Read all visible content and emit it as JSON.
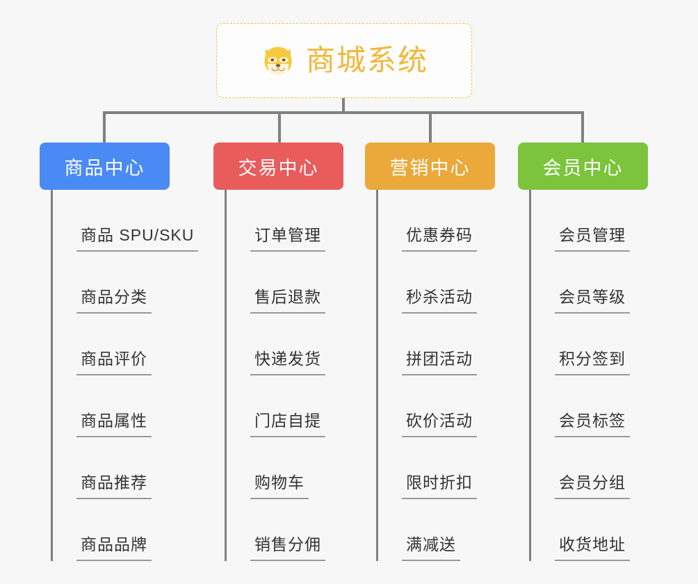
{
  "root": {
    "title": "商城系统",
    "icon": "dog-face-emoji",
    "border_color": "#f0c040",
    "title_color": "#f2b739"
  },
  "connector_color": "#808080",
  "canvas": {
    "background": "#f7f7f7"
  },
  "columns": [
    {
      "header": "商品中心",
      "color": "#4a8af4",
      "items": [
        "商品 SPU/SKU",
        "商品分类",
        "商品评价",
        "商品属性",
        "商品推荐",
        "商品品牌"
      ]
    },
    {
      "header": "交易中心",
      "color": "#e95c5c",
      "items": [
        "订单管理",
        "售后退款",
        "快递发货",
        "门店自提",
        "购物车",
        "销售分佣"
      ]
    },
    {
      "header": "营销中心",
      "color": "#eaa93a",
      "items": [
        "优惠券码",
        "秒杀活动",
        "拼团活动",
        "砍价活动",
        "限时折扣",
        "满减送"
      ]
    },
    {
      "header": "会员中心",
      "color": "#7bc43c",
      "items": [
        "会员管理",
        "会员等级",
        "积分签到",
        "会员标签",
        "会员分组",
        "收货地址"
      ]
    }
  ]
}
